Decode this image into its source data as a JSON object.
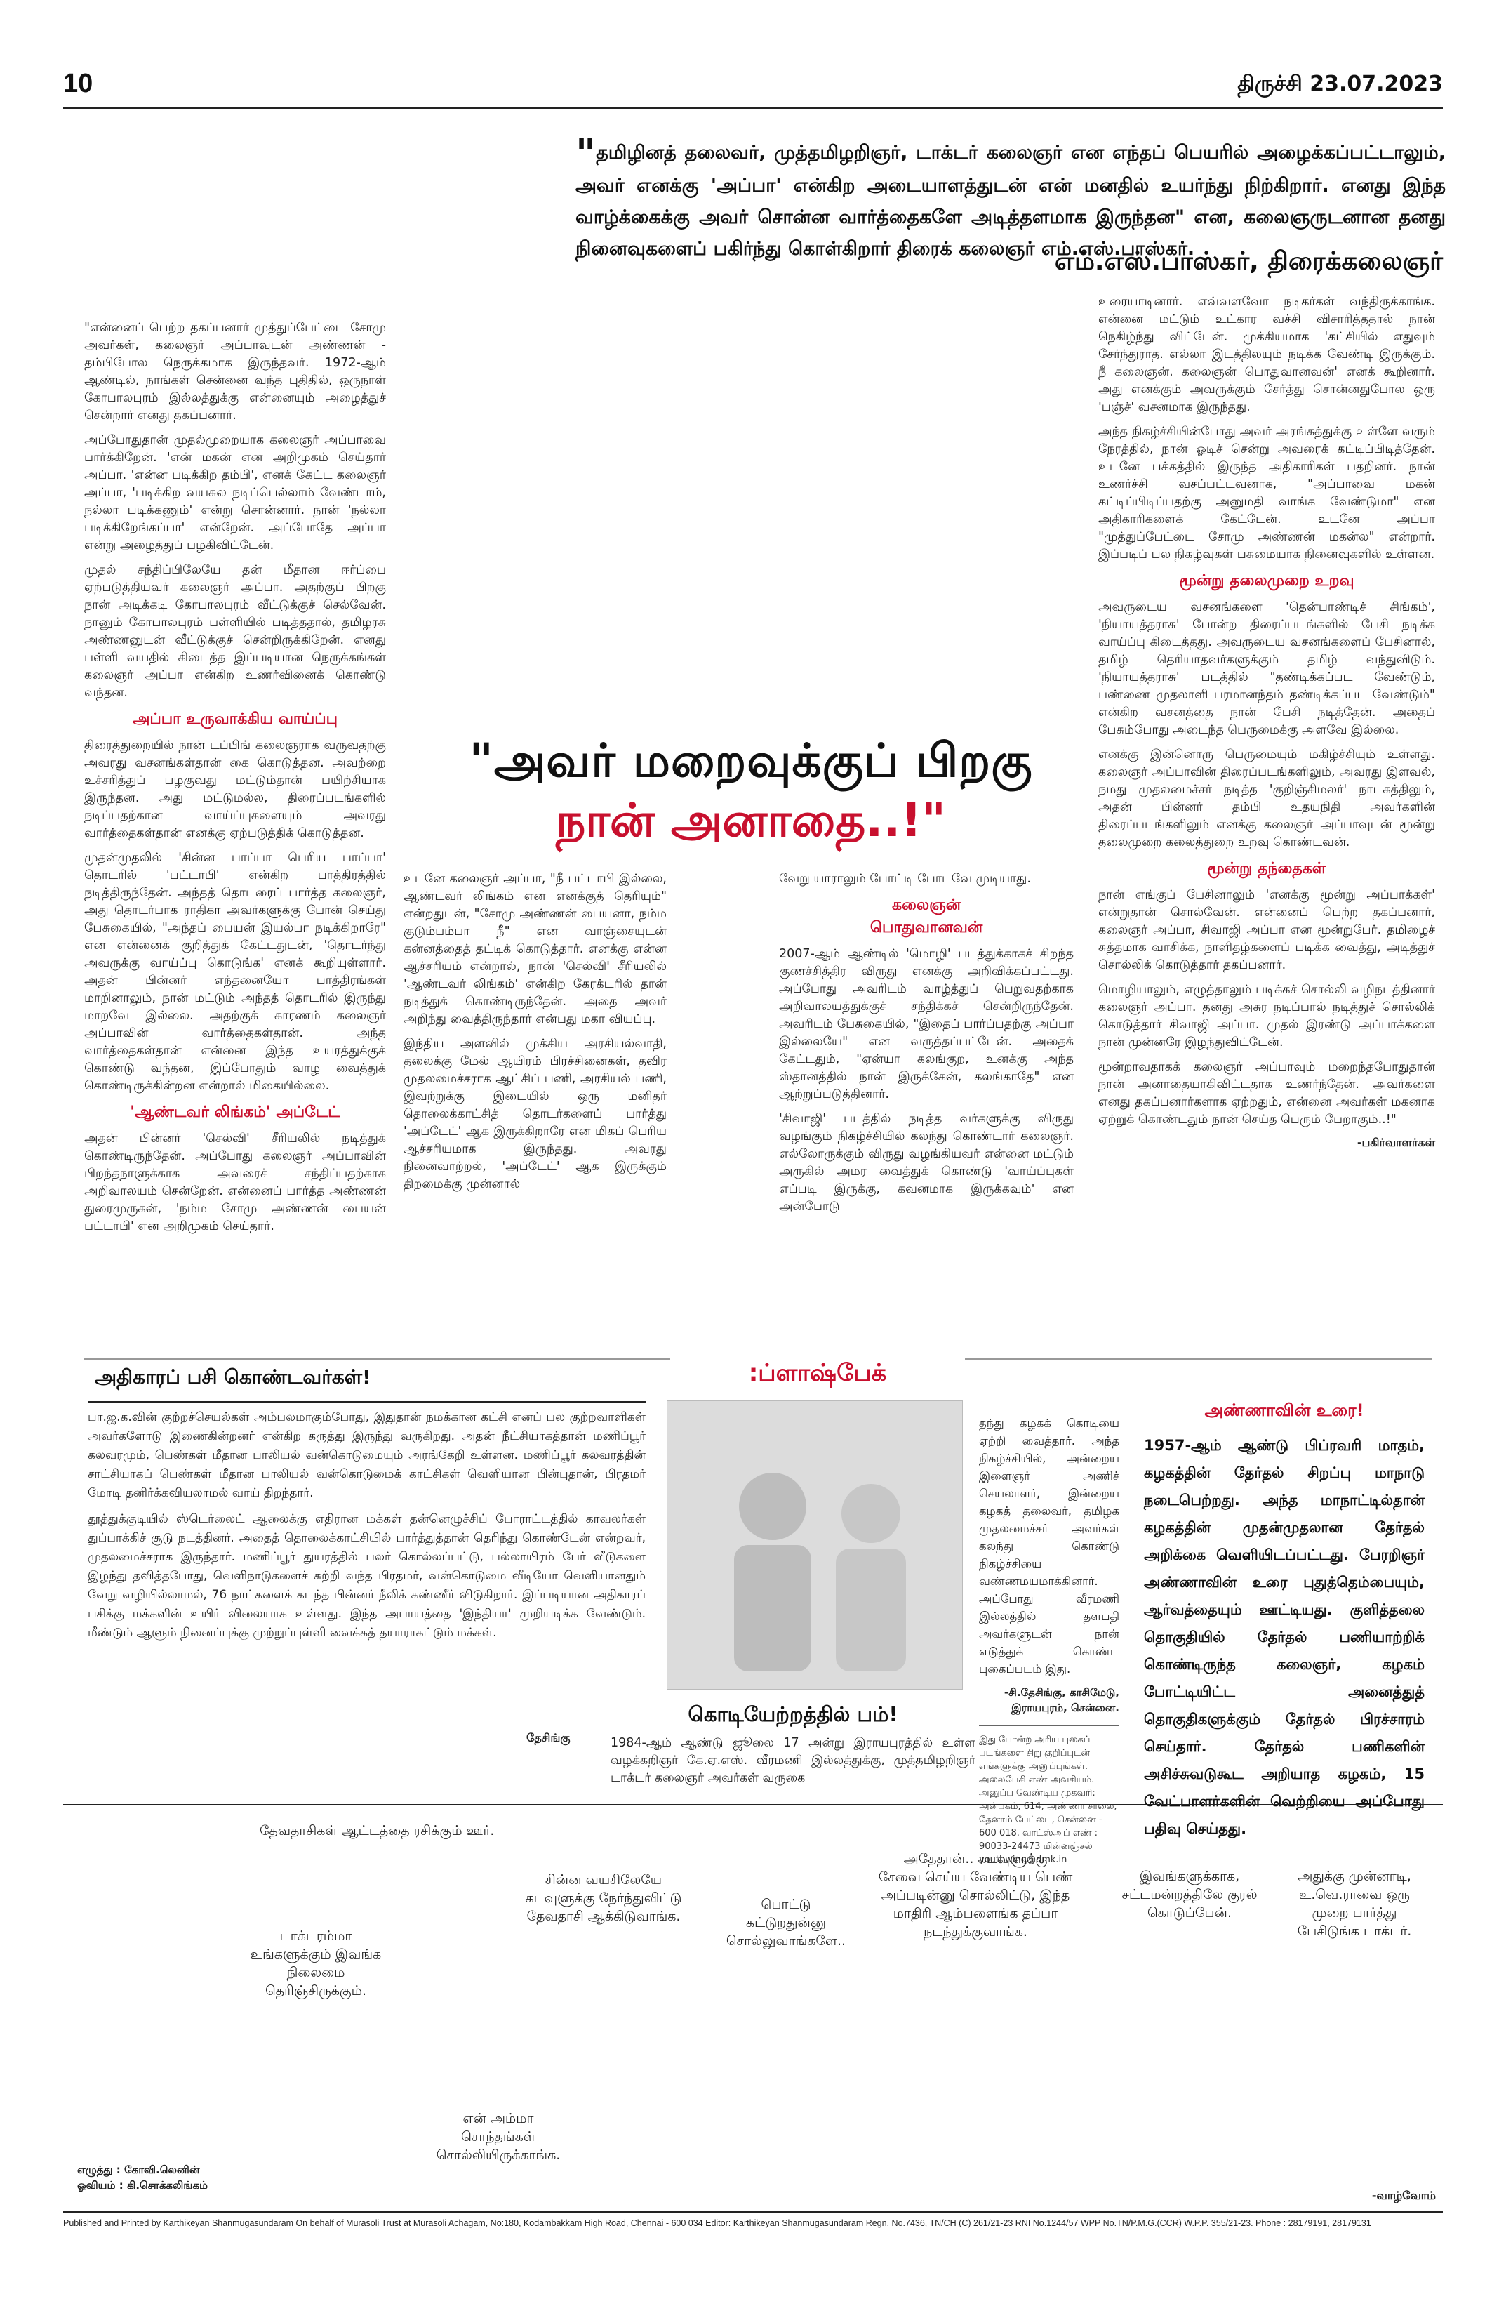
{
  "header": {
    "page_number": "10",
    "edition_date": "திருச்சி   23.07.2023"
  },
  "intro": {
    "open_quote": "\"",
    "text": "தமிழினத் தலைவர், முத்தமிழறிஞர், டாக்டர் கலைஞர் என எந்தப் பெயரில் அழைக்கப்பட்டாலும், அவர் எனக்கு 'அப்பா' என்கிற அடையாளத்துடன் என் மனதில் உயர்ந்து நிற்கிறார். எனது இந்த வாழ்க்கைக்கு அவர் சொன்ன வார்த்தைகளே அடித்தளமாக இருந்தன\" என, கலைஞருடனான தனது நினைவுகளைப் பகிர்ந்து கொள்கிறார் திரைக் கலைஞர் எம்.எஸ்.பாஸ்கர்.",
    "byline": "எம்.எஸ்.பாஸ்கர், திரைக்கலைஞர்"
  },
  "headline": {
    "line1": "\"அவர் மறைவுக்குப் பிறகு",
    "line2": "நான் அனாதை..!\""
  },
  "col1": {
    "p1": "\"என்னைப் பெற்ற தகப்பனார் முத்துப்பேட்டை சோமு அவர்கள், கலைஞர் அப்பாவுடன் அண்ணன் - தம்பிபோல நெருக்கமாக இருந்தவர். 1972-ஆம் ஆண்டில், நாங்கள் சென்னை வந்த புதிதில், ஒருநாள் கோபாலபுரம் இல்லத்துக்கு என்னையும் அழைத்துச் சென்றார் எனது தகப்பனார்.",
    "p2": "அப்போதுதான் முதல்முறையாக கலைஞர் அப்பாவை பார்க்கிறேன். 'என் மகன் என அறிமுகம் செய்தார் அப்பா. 'என்ன படிக்கிற தம்பி', எனக் கேட்ட கலைஞர் அப்பா, 'படிக்கிற வயசுல நடிப்பெல்லாம் வேண்டாம், நல்லா படிக்கணும்' என்று சொன்னார். நான் 'நல்லா படிக்கிறேங்கப்பா' என்றேன். அப்போதே அப்பா என்று அழைத்துப் பழகிவிட்டேன்.",
    "p3": "முதல் சந்திப்பிலேயே தன் மீதான ஈர்ப்பை ஏற்படுத்தியவர் கலைஞர் அப்பா. அதற்குப் பிறகு நான் அடிக்கடி கோபாலபுரம் வீட்டுக்குச் செல்வேன். நானும் கோபாலபுரம் பள்ளியில் படித்ததால், தமிழரசு அண்ணனுடன் வீட்டுக்குச் சென்றிருக்கிறேன். எனது பள்ளி வயதில் கிடைத்த இப்படியான நெருக்கங்கள் கலைஞர் அப்பா என்கிற உணர்வினைக் கொண்டு வந்தன.",
    "sub1": "அப்பா உருவாக்கிய வாய்ப்பு",
    "p4": "திரைத்துறையில் நான் டப்பிங் கலைஞராக வருவதற்கு அவரது வசனங்கள்தான் கை கொடுத்தன. அவற்றை உச்சரித்துப் பழகுவது மட்டும்தான் பயிற்சியாக இருந்தன. அது மட்டுமல்ல, திரைப்படங்களில் நடிப்பதற்கான வாய்ப்புகளையும் அவரது வார்த்தைகள்தான் எனக்கு ஏற்படுத்திக் கொடுத்தன.",
    "p5": "முதன்முதலில் 'சின்ன பாப்பா பெரிய பாப்பா' தொடரில் 'பட்டாபி' என்கிற பாத்திரத்தில் நடித்திருந்தேன். அந்தத் தொடரைப் பார்த்த கலைஞர், அது தொடர்பாக ராதிகா அவர்களுக்கு போன் செய்து பேசுகையில், \"அந்தப் பையன் இயல்பா நடிக்கிறாரே\" என என்னைக் குறித்துக் கேட்டதுடன், 'தொடர்ந்து அவருக்கு வாய்ப்பு கொடுங்க' எனக் கூறியுள்ளார். அதன் பின்னர் எந்தனையோ பாத்திரங்கள் மாறினாலும், நான் மட்டும் அந்தத் தொடரில் இருந்து மாறவே இல்லை. அதற்குக் காரணம் கலைஞர் அப்பாவின் வார்த்தைகள்தான். அந்த வார்த்தைகள்தான் என்னை இந்த உயரத்துக்குக் கொண்டு வந்தன, இப்போதும் வாழ வைத்துக் கொண்டிருக்கின்றன என்றால் மிகையில்லை.",
    "sub2": "'ஆண்டவர் லிங்கம்' அப்டேட்",
    "p6": "அதன் பின்னர் 'செல்வி' சீரியலில் நடித்துக் கொண்டிருந்தேன். அப்போது கலைஞர் அப்பாவின் பிறந்தநாளுக்காக அவரைச் சந்திப்பதற்காக அறிவாலயம் சென்றேன். என்னைப் பார்த்த அண்ணன் துரைமுருகன், 'நம்ம சோமு அண்ணன் பையன் பட்டாபி' என அறிமுகம் செய்தார்."
  },
  "col2": {
    "p1": "உடனே கலைஞர் அப்பா, \"நீ பட்டாபி இல்லை, ஆண்டவர் லிங்கம் என எனக்குத் தெரியும்\" என்றதுடன், \"சோமு அண்ணன் பையனா, நம்ம குடும்பம்பா நீ\" என வாஞ்சையுடன் கன்னத்தைத் தட்டிக் கொடுத்தார். எனக்கு என்ன ஆச்சரியம் என்றால், நான் 'செல்வி' சீரியலில் 'ஆண்டவர் லிங்கம்' என்கிற கேரக்டரில் தான் நடித்துக் கொண்டிருந்தேன். அதை அவர் அறிந்து வைத்திருந்தார் என்பது மகா வியப்பு.",
    "p2": "இந்திய அளவில் முக்கிய அரசியல்வாதி, தலைக்கு மேல் ஆயிரம் பிரச்சினைகள், தவிர முதலமைச்சராக ஆட்சிப் பணி, அரசியல் பணி, இவற்றுக்கு இடையில் ஒரு மனிதர் தொலைக்காட்சித் தொடர்களைப் பார்த்து 'அப்டேட்' ஆக இருக்கிறாரே என மிகப் பெரிய ஆச்சரியமாக இருந்தது. அவரது நினைவாற்றல், 'அப்டேட்' ஆக இருக்கும் திறமைக்கு முன்னால்"
  },
  "col3": {
    "p1": "வேறு யாராலும் போட்டி போடவே முடியாது.",
    "sub1": "கலைஞன்",
    "sub2": "பொதுவானவன்",
    "p2": "2007-ஆம் ஆண்டில் 'மொழி' படத்துக்காகச் சிறந்த குணச்சித்திர விருது எனக்கு அறிவிக்கப்பட்டது. அப்போது அவரிடம் வாழ்த்துப் பெறுவதற்காக அறிவாலயத்துக்குச் சந்திக்கச் சென்றிருந்தேன். அவரிடம் பேசுகையில், \"இதைப் பார்ப்பதற்கு அப்பா இல்லையே\" என வருத்தப்பட்டேன். அதைக் கேட்டதும், \"ஏன்யா கலங்குற, உனக்கு அந்த ஸ்தானத்தில் நான் இருக்கேன், கலங்காதே\" என ஆற்றுப்படுத்தினார்.",
    "p3": "'சிவாஜி' படத்தில் நடித்த வர்களுக்கு விருது வழங்கும் நிகழ்ச்சியில் கலந்து கொண்டார் கலைஞர். எல்லோருக்கும் விருது வழங்கியவர் என்னை மட்டும் அருகில் அமர வைத்துக் கொண்டு 'வாய்ப்புகள் எப்படி இருக்கு, கவனமாக இருக்கவும்' என அன்போடு"
  },
  "col4": {
    "p1": "உரையாடினார். எவ்வளவோ நடிகர்கள் வந்திருக்காங்க. என்னை மட்டும் உட்கார வச்சி விசாரித்ததால் நான் நெகிழ்ந்து விட்டேன். முக்கியமாக 'கட்சியில் எதுவும் சேர்ந்துராத. எல்லா இடத்திலயும் நடிக்க வேண்டி இருக்கும். நீ கலைஞன். கலைஞன் பொதுவானவன்' எனக் கூறினார். அது எனக்கும் அவருக்கும் சேர்த்து சொன்னதுபோல ஒரு 'பஞ்ச்' வசனமாக இருந்தது.",
    "p2": "அந்த நிகழ்ச்சியின்போது அவர் அரங்கத்துக்கு உள்ளே வரும் நேரத்தில், நான் ஓடிச் சென்று அவரைக் கட்டிப்பிடித்தேன். உடனே பக்கத்தில் இருந்த அதிகாரிகள் பதறினர். நான் உணர்ச்சி வசப்பட்டவனாக, \"அப்பாவை மகன் கட்டிப்பிடிப்பதற்கு அனுமதி வாங்க வேண்டுமா\" என அதிகாரிகளைக் கேட்டேன். உடனே அப்பா \"முத்துப்பேட்டை சோமு அண்ணன் மகன்ல\" என்றார். இப்படிப் பல நிகழ்வுகள் பசுமையாக நினைவுகளில் உள்ளன.",
    "sub1": "மூன்று தலைமுறை உறவு",
    "p3": "அவருடைய வசனங்களை 'தென்பாண்டிச் சிங்கம்', 'நியாயத்தராசு' போன்ற திரைப்படங்களில் பேசி நடிக்க வாய்ப்பு கிடைத்தது. அவருடைய வசனங்களைப் பேசினால், தமிழ் தெரியாதவர்களுக்கும் தமிழ் வந்துவிடும். 'நியாயத்தராசு' படத்தில் \"தண்டிக்கப்பட வேண்டும், பண்ணை முதலாளி பரமானந்தம் தண்டிக்கப்பட வேண்டும்\" என்கிற வசனத்தை நான் பேசி நடித்தேன். அதைப் பேசும்போது அடைந்த பெருமைக்கு அளவே இல்லை.",
    "p4": "எனக்கு இன்னொரு பெருமையும் மகிழ்ச்சியும் உள்ளது. கலைஞர் அப்பாவின் திரைப்படங்களிலும், அவரது இளவல், நமது முதலமைச்சர் நடித்த 'குறிஞ்சிமலர்' நாடகத்திலும், அதன் பின்னர் தம்பி உதயநிதி அவர்களின் திரைப்படங்களிலும் எனக்கு கலைஞர் அப்பாவுடன் மூன்று தலைமுறை கலைத்துறை உறவு கொண்டவன்.",
    "sub2": "மூன்று தந்தைகள்",
    "p5": "நான் எங்குப் பேசினாலும் 'எனக்கு மூன்று அப்பாக்கள்' என்றுதான் சொல்வேன். என்னைப் பெற்ற தகப்பனார், கலைஞர் அப்பா, சிவாஜி அப்பா என மூன்றுபேர். தமிழைச் சுத்தமாக வாசிக்க, நாளிதழ்களைப் படிக்க வைத்து, அடித்துச் சொல்லிக் கொடுத்தார் தகப்பனார்.",
    "p6": "மொழியாலும், எழுத்தாலும் படிக்கச் சொல்லி வழிநடத்தினார் கலைஞர் அப்பா. தனது அசுர நடிப்பால் நடித்துச் சொல்லிக் கொடுத்தார் சிவாஜி அப்பா. முதல் இரண்டு அப்பாக்களை நான் முன்னரே இழந்துவிட்டேன்.",
    "p7": "மூன்றாவதாகக் கலைஞர் அப்பாவும் மறைந்தபோதுதான் நான் அனாதையாகிவிட்டதாக உணர்ந்தேன். அவர்களை எனது தகப்பனார்களாக ஏற்றதும், என்னை அவர்கள் மகனாக ஏற்றுக் கொண்டதும் நான் செய்த பெரும் பேறாகும்..!\"",
    "credit": "-பகிர்வாளர்கள்"
  },
  "box_left": {
    "title": "அதிகாரப் பசி கொண்டவர்கள்!",
    "p1": "பா.ஜ.க.வின் குற்றச்செயல்கள் அம்பலமாகும்போது, இதுதான் நமக்கான கட்சி எனப் பல குற்றவாளிகள் அவர்களோடு இணைகின்றனர் என்கிற கருத்து இருந்து வருகிறது. அதன் நீட்சியாகத்தான் மணிப்பூர் கலவரமும், பெண்கள் மீதான பாலியல் வன்கொடுமையும் அரங்கேறி உள்ளன. மணிப்பூர் கலவரத்தின் சாட்சியாகப் பெண்கள் மீதான பாலியல் வன்கொடுமைக் காட்சிகள் வெளியான பின்புதான், பிரதமர் மோடி தனிர்க்கவியலாமல் வாய் திறந்தார்.",
    "p2": "தூத்துக்குடியில் ஸ்டெர்லைட் ஆலைக்கு எதிரான மக்கள் தன்னெழுச்சிப் போராட்டத்தில் காவலர்கள் துப்பாக்கிச் சூடு நடத்தினர். அதைத் தொலைக்காட்சியில் பார்த்துத்தான் தெரிந்து கொண்டேன் என்றவர், முதலமைச்சராக இருந்தார். மணிப்பூர் துயரத்தில் பலர் கொல்லப்பட்டு, பல்லாயிரம் பேர் வீடுகளை இழந்து தவித்தபோது, வெளிநாடுகளைச் சுற்றி வந்த பிரதமர், வன்கொடுமை வீடியோ வெளியானதும் வேறு வழியில்லாமல், 76 நாட்களைக் கடந்த பின்னர் நீலிக் கண்ணீர் விடுகிறார். இப்படியான அதிகாரப் பசிக்கு மக்களின் உயிர் விலையாக உள்ளது. இந்த அபாயத்தை 'இந்தியா' முறியடிக்க வேண்டும். மீண்டும் ஆளும் நினைப்புக்கு முற்றுப்புள்ளி வைக்கத் தயாராகட்டும் மக்கள்."
  },
  "flashback": {
    "title": ":ப்ளாஷ்பேக்",
    "caption": "கொடியேற்றத்தில் பம்!",
    "caption_text": "1984-ஆம் ஆண்டு ஜூலை 17 அன்று இராயபுரத்தில் உள்ள வழக்கறிஞர் கே.ஏ.எஸ். வீரமணி இல்லத்துக்கு, முத்தமிழறிஞர் டாக்டர் கலைஞர் அவர்கள் வருகை",
    "source_label": "தேசிங்கு",
    "side_text": "தந்து கழகக் கொடியை ஏற்றி வைத்தார். அந்த நிகழ்ச்சியில், அன்றைய இளைஞர் அணிச் செயலாளர், இன்றைய கழகத் தலைவர், தமிழக முதலமைச்சர் அவர்கள் கலந்து கொண்டு நிகழ்ச்சியை வண்ணமயமாக்கினார். அப்போது வீரமணி இல்லத்தில் தளபதி அவர்களுடன் நான் எடுத்துக் கொண்ட புகைப்படம் இது.",
    "sender": "-சி.தேசிங்கு, காசிமேடு, இராயபுரம், சென்னை.",
    "invite": "இது போன்ற அரிய புகைப் படங்களை சிறு குறிப்புடன் எங்களுக்கு அனுப்புங்கள். அலைபேசி எண் அவசியம். அனுப்ப வேண்டிய முகவரி: அன்பகம், 614, அண்ணா சாலை, தேனாம் பேட்டை, சென்னை - 600 018. வாட்ஸ்அப் எண் : 90033-24473 மின்னஞ்சல் youthwing@dmk.in"
  },
  "box_right": {
    "title": "அண்ணாவின் உரை!",
    "text": "1957-ஆம் ஆண்டு பிப்ரவரி மாதம், கழகத்தின் தேர்தல் சிறப்பு மாநாடு நடைபெற்றது. அந்த மாநாட்டில்தான் கழகத்தின் முதன்முதலான தேர்தல் அறிக்கை வெளியிடப்பட்டது. பேரறிஞர் அண்ணாவின் உரை புதுத்தெம்பையும், ஆர்வத்தையும் ஊட்டியது. குளித்தலை தொகுதியில் தேர்தல் பணியாற்றிக் கொண்டிருந்த கலைஞர், கழகம் போட்டியிட்ட அனைத்துத் தொகுதிகளுக்கும் தேர்தல் பிரச்சாரம் செய்தார். தேர்தல் பணிகளின் அசிச்சுவடுகூட அறியாத கழகம், 15 வேட்பாளர்களின் வெற்றியை அப்போது பதிவு செய்தது."
  },
  "comic": {
    "top_caption": "தேவதாசிகள் ஆட்டத்தை ரசிக்கும் ஊர்.",
    "bubble1": "டாக்டரம்மா\nஉங்களுக்கும் இவங்க\nநிலைமை\nதெரிஞ்சிருக்கும்.",
    "bubble2": "சின்ன வயசிலேயே\nகடவுளுக்கு நேர்ந்துவிட்டு\nதேவதாசி ஆக்கிடுவாங்க.",
    "bubble3": "பொட்டு\nகட்டுறதுன்னு\nசொல்லுவாங்களே..",
    "bubble4": "அதேதான்.. கடவுளுக்கு\nசேவை செய்ய வேண்டிய பெண்\nஅப்படின்னு சொல்லிட்டு, இந்த\nமாதிரி ஆம்பளைங்க தப்பா\nநடந்துக்குவாங்க.",
    "bubble5": "இவங்களுக்காக,\nசட்டமன்றத்திலே குரல்\nகொடுப்பேன்.",
    "bubble6": "அதுக்கு முன்னாடி,\nஉ.வெ.ராவை ஒரு\nமுறை பார்த்து\nபேசிடுங்க டாக்டர்.",
    "bubble7": "என் அம்மா\nசொந்தங்கள்\nசொல்லியிருக்காங்க.",
    "credits": "எழுத்து : கோவி.லெனின்\nஓவியம் : கி.சொக்கலிங்கம்",
    "continued": "-வாழ்வோம்"
  },
  "footer": {
    "imprint": "Published and Printed by Karthikeyan Shanmugasundaram On behalf of Murasoli Trust at Murasoli Achagam, No:180, Kodambakkam High Road, Chennai - 600 034 Editor: Karthikeyan Shanmugasundaram Regn. No.7436, TN/CH (C) 261/21-23 RNI No.1244/57 WPP No.TN/P.M.G.(CCR) W.P.P. 355/21-23. Phone : 28179191, 28179131"
  }
}
